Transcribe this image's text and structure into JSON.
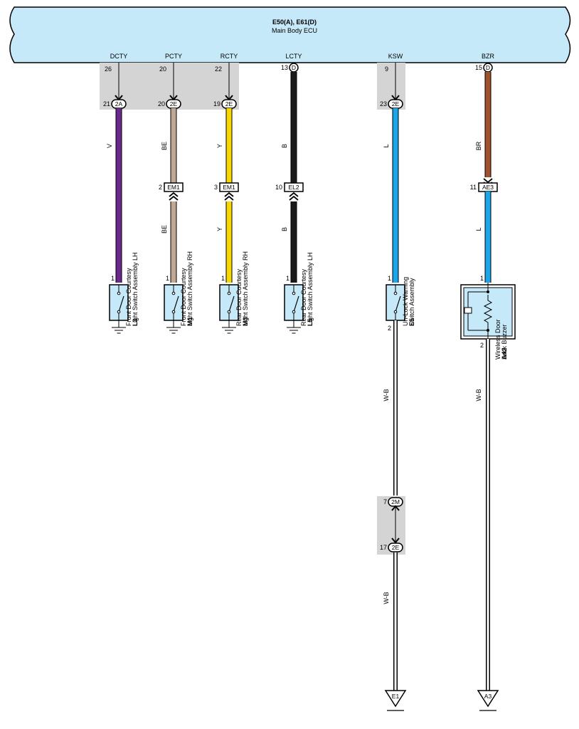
{
  "ecu": {
    "code": "E50(A), E61(D)",
    "name": "Main Body ECU",
    "fill_color": "#c6e9f9"
  },
  "colors": {
    "V": "#6a2a8c",
    "BE": "#bfa994",
    "Y": "#f7d900",
    "B": "#1a1a1a",
    "L": "#1aa6e8",
    "BR": "#a0522d",
    "splice_bg": "#d4d4d4",
    "device_fill": "#c6e9f9"
  },
  "circuits": [
    {
      "id": "dcty",
      "terminal": "DCTY",
      "ecu_pin": "26",
      "ecu_type": "arrow",
      "jc_pin": "21",
      "jc_code": "2A",
      "wire_color": "V",
      "inline_pin": "",
      "inline_code": "",
      "wire_color_2": "",
      "device_pin_top": "1",
      "device_pin_bottom": "",
      "device_code": "L3",
      "device_name_1": "Front Door Courtesy",
      "device_name_2": "Light Switch Assembly LH",
      "ground_pin_label": "",
      "ground_code": ""
    },
    {
      "id": "pcty",
      "terminal": "PCTY",
      "ecu_pin": "20",
      "ecu_type": "arrow",
      "jc_pin": "20",
      "jc_code": "2E",
      "wire_color": "BE",
      "inline_pin": "2",
      "inline_code": "EM1",
      "wire_color_2": "BE",
      "device_pin_top": "1",
      "device_pin_bottom": "",
      "device_code": "M1",
      "device_name_1": "Front Door Courtesy",
      "device_name_2": "Light Switch Assembly RH",
      "ground_pin_label": "",
      "ground_code": ""
    },
    {
      "id": "rcty",
      "terminal": "RCTY",
      "ecu_pin": "22",
      "ecu_type": "arrow",
      "jc_pin": "19",
      "jc_code": "2E",
      "wire_color": "Y",
      "inline_pin": "3",
      "inline_code": "EM1",
      "wire_color_2": "Y",
      "device_pin_top": "1",
      "device_pin_bottom": "",
      "device_code": "M3",
      "device_name_1": "Rear Door Courtesy",
      "device_name_2": "Light Switch Assembly RH",
      "ground_pin_label": "",
      "ground_code": ""
    },
    {
      "id": "lcty",
      "terminal": "LCTY",
      "ecu_pin": "13",
      "ecu_type": "D",
      "jc_pin": "",
      "jc_code": "",
      "wire_color": "B",
      "inline_pin": "10",
      "inline_code": "EL2",
      "wire_color_2": "B",
      "device_pin_top": "1",
      "device_pin_bottom": "",
      "device_code": "L5",
      "device_name_1": "Rear Door Courtesy",
      "device_name_2": "Light Switch Assembly LH",
      "ground_pin_label": "",
      "ground_code": ""
    },
    {
      "id": "ksw",
      "terminal": "KSW",
      "ecu_pin": "9",
      "ecu_type": "arrow",
      "jc_pin": "23",
      "jc_code": "2E",
      "wire_color": "L",
      "inline_pin": "",
      "inline_code": "",
      "wire_color_2": "",
      "device_pin_top": "1",
      "device_pin_bottom": "2",
      "device_code": "E5",
      "device_name_1": "Un-Lock Warning",
      "device_name_2": "Switch Assembly",
      "ground_wire": "W-B",
      "jc2_pin_a": "7",
      "jc2_code_a": "2M",
      "jc2_pin_b": "17",
      "jc2_code_b": "2E",
      "ground_wire_2": "W-B",
      "ground_code": "E1"
    },
    {
      "id": "bzr",
      "terminal": "BZR",
      "ecu_pin": "15",
      "ecu_type": "D",
      "jc_pin": "",
      "jc_code": "",
      "wire_color": "BR",
      "inline_pin": "11",
      "inline_code": "AE3",
      "wire_color_2": "L",
      "device_pin_top": "1",
      "device_pin_bottom": "2",
      "device_code": "A42",
      "device_name_1": "Wireless Door",
      "device_name_2": "Lock Buzzer",
      "ground_wire": "W-B",
      "ground_code": "A3"
    }
  ]
}
